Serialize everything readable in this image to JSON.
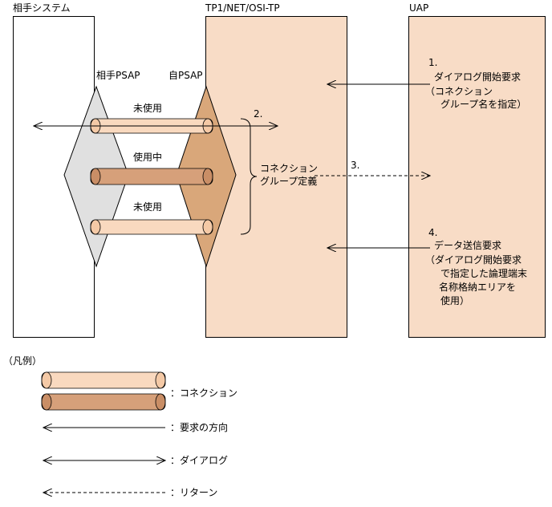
{
  "headers": {
    "partner_system": "相手システム",
    "middleware": "TP1/NET/OSI-TP",
    "uap": "UAP"
  },
  "psap": {
    "partner": "相手PSAP",
    "own": "自PSAP"
  },
  "connections": {
    "unused_1": "未使用",
    "in_use": "使用中",
    "unused_2": "未使用"
  },
  "steps": {
    "step1": {
      "number": "1.",
      "lines": [
        "ダイアログ開始要求",
        "（コネクション",
        "グループ名を指定）"
      ]
    },
    "step2": {
      "number": "2."
    },
    "step3": {
      "number": "3."
    },
    "step4": {
      "number": "4.",
      "lines": [
        "データ送信要求",
        "（ダイアログ開始要求",
        "で指定した論理端末",
        "名称格納エリアを",
        "使用）"
      ]
    }
  },
  "group_definition": [
    "コネクション",
    "グループ定義"
  ],
  "legend": {
    "title": "（凡例）",
    "connection": "：コネクション",
    "request_direction": "：要求の方向",
    "dialog": "：ダイアログ",
    "return": "：リターン"
  },
  "colors": {
    "middleware_fill": "#f8dcc6",
    "uap_fill": "#f8dcc6",
    "own_psap_fill": "#d9a77a",
    "partner_psap_fill": "#e0e0e0",
    "tube_light": "#f9d9bf",
    "tube_dark": "#d6a07a"
  }
}
